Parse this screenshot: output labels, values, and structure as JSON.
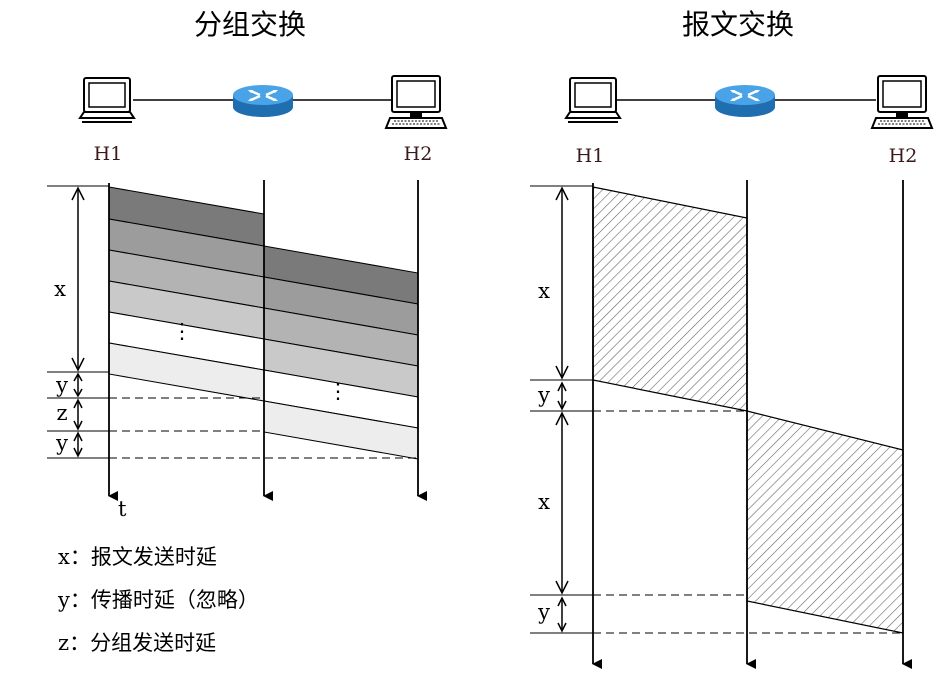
{
  "left": {
    "title": "分组交换",
    "h1": "H1",
    "h2": "H2",
    "x": "x",
    "y1": "y",
    "z": "z",
    "y2": "y",
    "t": "t",
    "dots": "⋮"
  },
  "right": {
    "title": "报文交换",
    "h1": "H1",
    "h2": "H2",
    "x1": "x",
    "y1": "y",
    "x2": "x",
    "y2": "y"
  },
  "legend": {
    "x": "x：报文发送时延",
    "y": "y：传播时延（忽略）",
    "z": "z：分组发送时延"
  },
  "colors": {
    "packet_shades": [
      "#7a7a7a",
      "#9c9c9c",
      "#b3b3b3",
      "#c9c9c9",
      "#ffffff",
      "#ededed"
    ],
    "router": "#2f86c9",
    "hatch": "#666666"
  }
}
